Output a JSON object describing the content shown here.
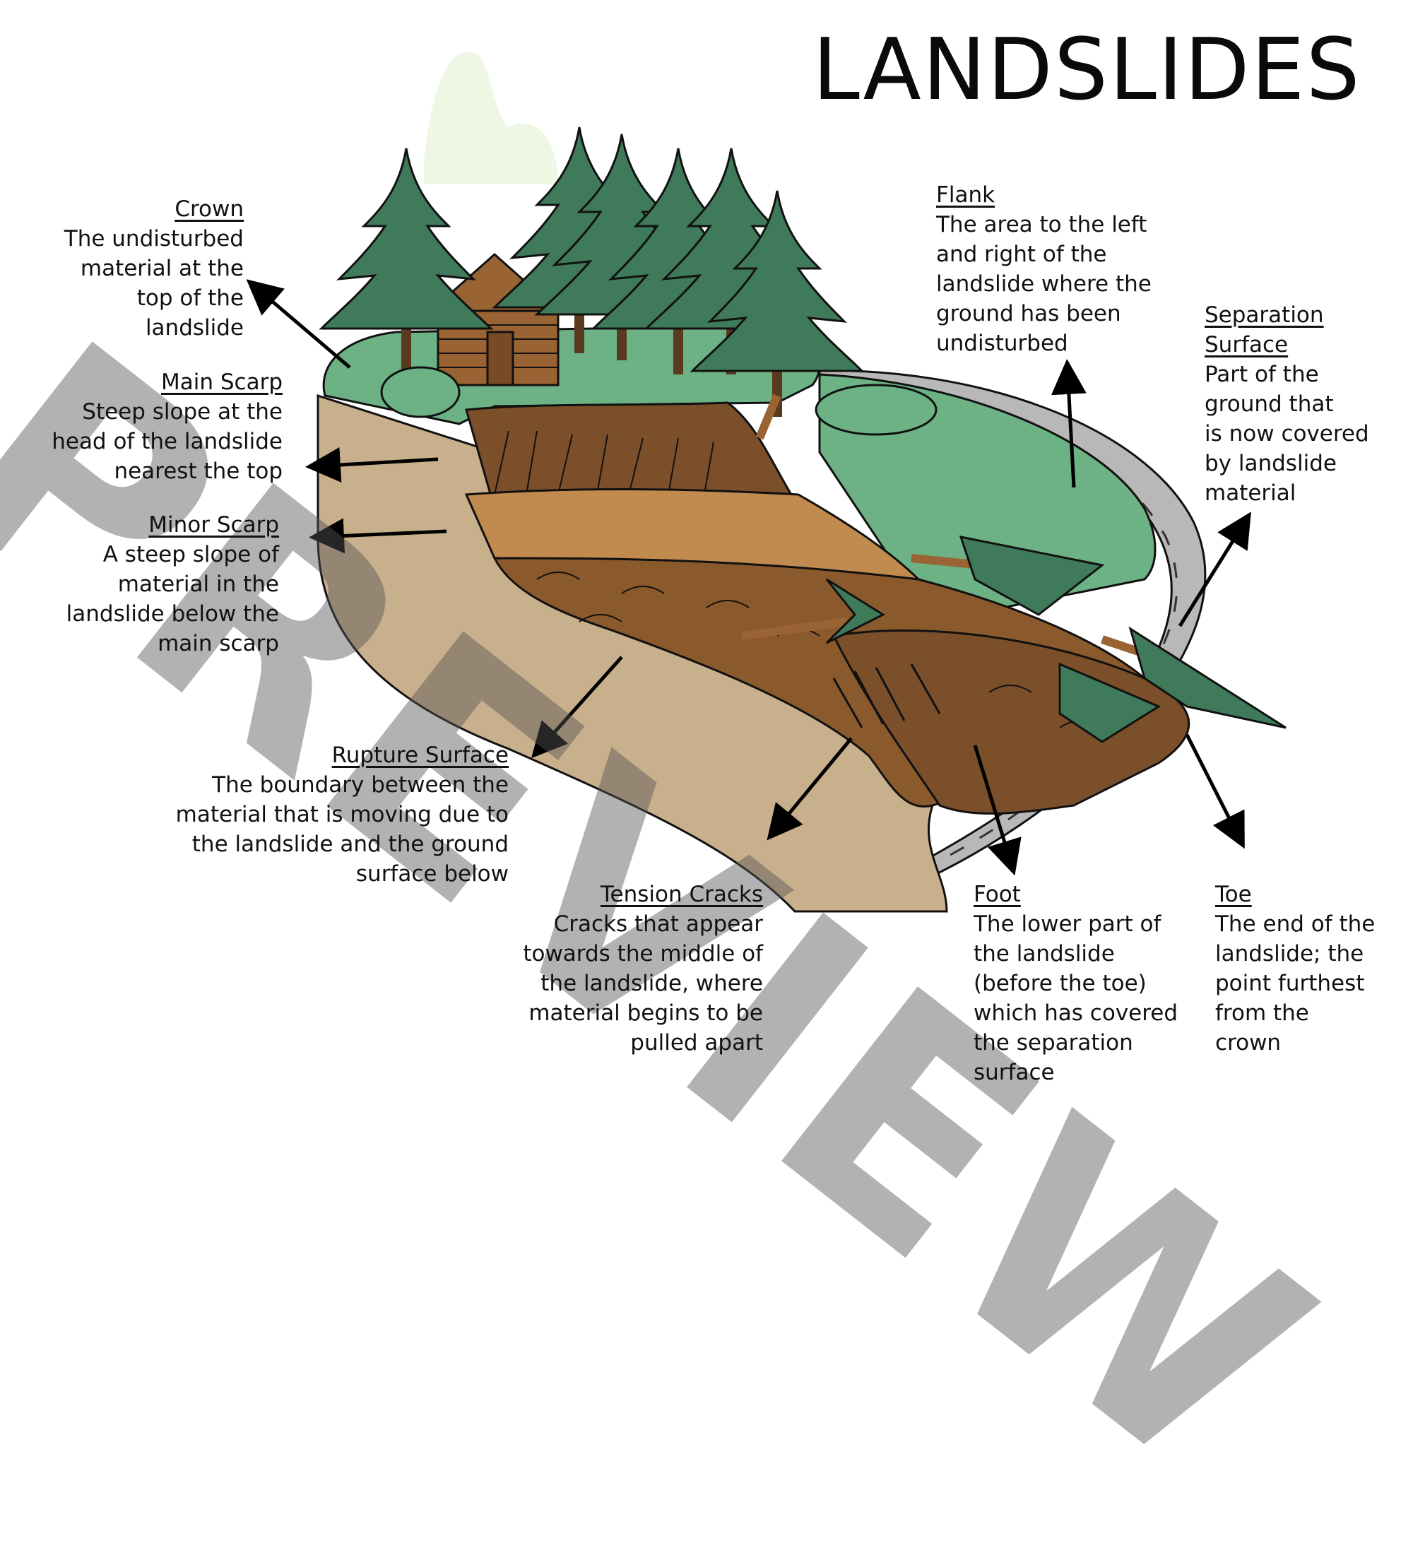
{
  "title": "LANDSLIDES",
  "watermark": "PREVIEW",
  "labels": {
    "crown": {
      "heading": "Crown",
      "description": "The undisturbed\nmaterial at the\ntop of the\nlandslide"
    },
    "main_scarp": {
      "heading": "Main Scarp",
      "description": "Steep slope at the\nhead of the landslide\nnearest the top"
    },
    "minor_scarp": {
      "heading": "Minor Scarp",
      "description": "A steep slope of\nmaterial in the\nlandslide below the\nmain scarp"
    },
    "rupture_surface": {
      "heading": "Rupture Surface",
      "description": "The boundary between the\nmaterial that is moving due to\nthe landslide and the ground\nsurface below"
    },
    "tension_cracks": {
      "heading": "Tension Cracks",
      "description": "Cracks that appear\ntowards the middle of\nthe landslide, where\nmaterial begins to be\npulled apart"
    },
    "flank": {
      "heading": "Flank",
      "description": "The area to the left\nand right of the\nlandslide where the\nground has been\nundisturbed"
    },
    "separation_surface": {
      "heading": "Separation\nSurface",
      "description": "Part of the\nground that\nis now covered\nby landslide\nmaterial"
    },
    "foot": {
      "heading": "Foot",
      "description": "The lower part of\nthe landslide\n(before the toe)\nwhich has covered\nthe separation\nsurface"
    },
    "toe": {
      "heading": "Toe",
      "description": "The end of the\nlandslide; the\npoint furthest\nfrom the\ncrown"
    }
  },
  "colors": {
    "grass": "#6db285",
    "tree": "#3f7a5a",
    "soil_light": "#c9b08c",
    "soil_mid": "#a57743",
    "soil_dark": "#6f4a28",
    "road": "#b8b8b8",
    "log": "#9a6334"
  }
}
